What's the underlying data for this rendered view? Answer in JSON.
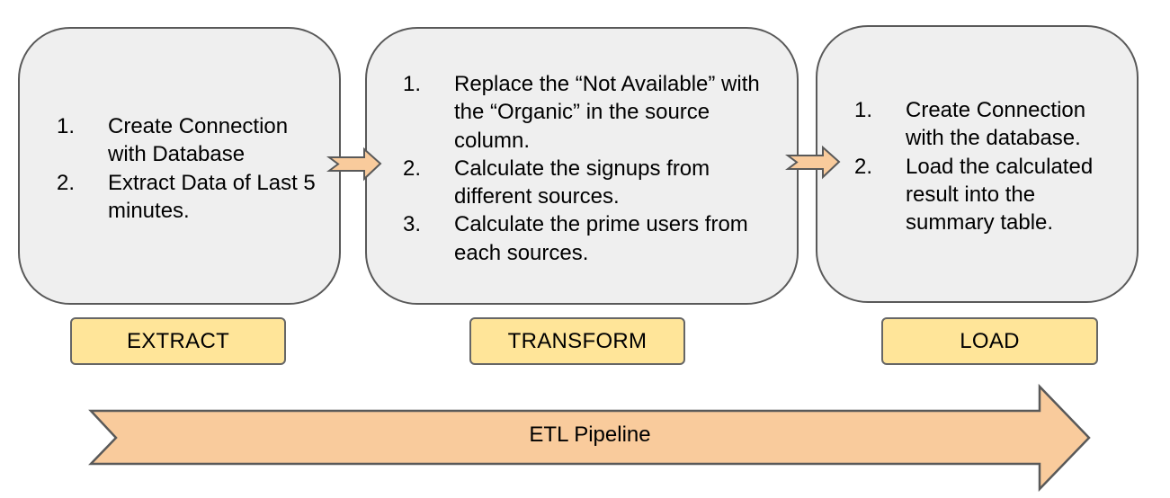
{
  "diagram": {
    "stages": [
      {
        "id": "extract",
        "label": "EXTRACT",
        "steps": [
          {
            "num": "1.",
            "text": "Create Connection with Database"
          },
          {
            "num": "2.",
            "text": "Extract Data of Last 5 minutes."
          }
        ]
      },
      {
        "id": "transform",
        "label": "TRANSFORM",
        "steps": [
          {
            "num": "1.",
            "text": "Replace the “Not Available” with the “Organic” in the source column."
          },
          {
            "num": "2.",
            "text": "Calculate the signups from different sources."
          },
          {
            "num": "3.",
            "text": "Calculate the prime users from each sources."
          }
        ]
      },
      {
        "id": "load",
        "label": "LOAD",
        "steps": [
          {
            "num": "1.",
            "text": "Create Connection with the database."
          },
          {
            "num": "2.",
            "text": "Load the calculated result into the summary table."
          }
        ]
      }
    ],
    "pipeline_label": "ETL Pipeline"
  },
  "colors": {
    "box_fill": "#efefef",
    "box_border": "#595959",
    "tag_fill": "#ffe599",
    "arrow_fill": "#f9cb9c",
    "arrow_border": "#595959"
  }
}
